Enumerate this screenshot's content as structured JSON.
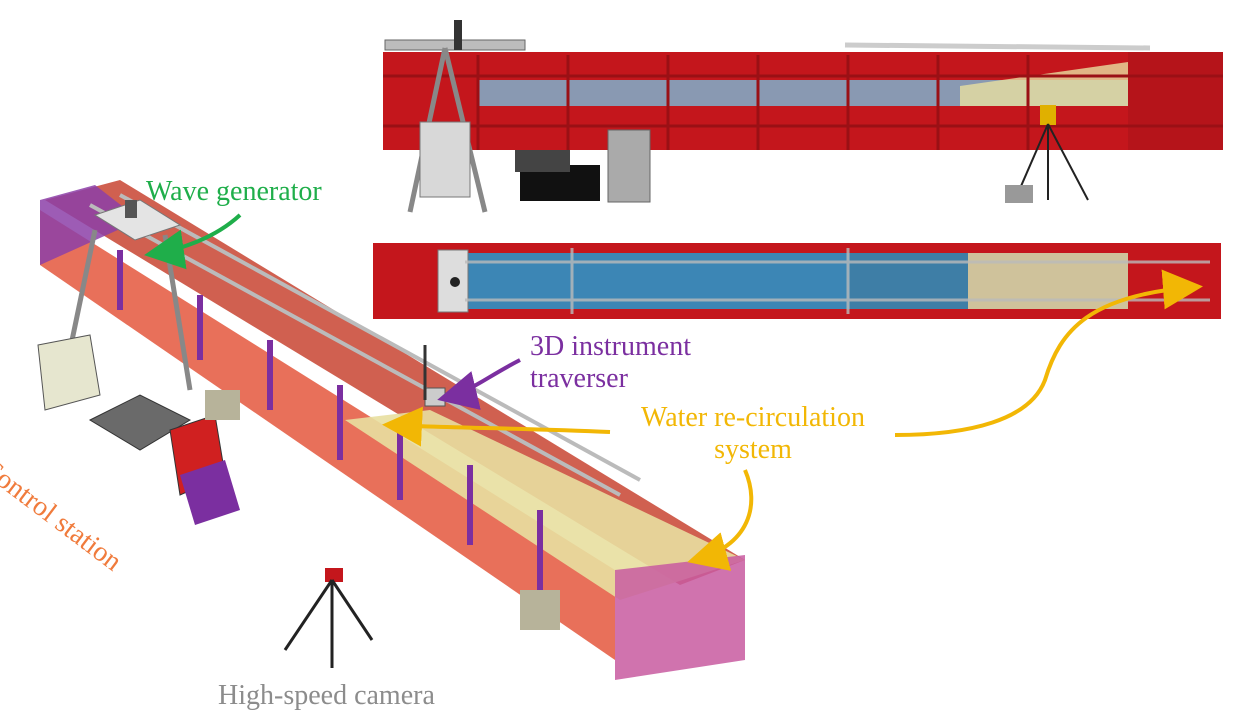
{
  "labels": {
    "wave_generator": "Wave generator",
    "instrument_traverser_line1": "3D instrument",
    "instrument_traverser_line2": "traverser",
    "water_recirculation_line1": "Water re-circulation",
    "water_recirculation_line2": "system",
    "control_station": "Control station",
    "high_speed_camera": "High-speed camera"
  },
  "colors": {
    "wave_generator": "#1fae4a",
    "instrument_traverser": "#7b2fa0",
    "water_recirculation": "#f2b705",
    "control_station": "#f07b3c",
    "high_speed_camera": "#8c8c8c",
    "flume_red": "#c4161c",
    "flume_salmon": "#e8705a",
    "flume_purple": "#7b2fa0",
    "water_blue": "#5b93b5",
    "sand": "#e8dfa0"
  }
}
